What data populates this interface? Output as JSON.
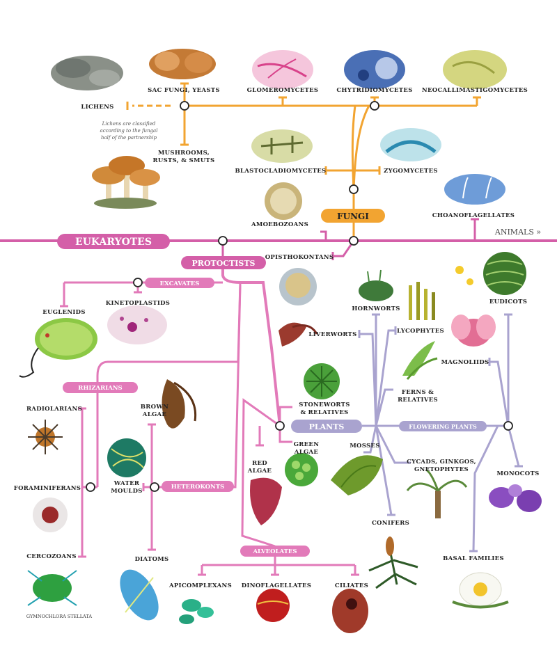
{
  "diagram": {
    "main_nodes": {
      "eukaryotes": "EUKARYOTES",
      "fungi": "FUNGI",
      "protoctists": "PROTOCTISTS",
      "plants": "PLANTS"
    },
    "sub_nodes": {
      "excavates": "EXCAVATES",
      "rhizarians": "RHIZARIANS",
      "heterokonts": "HETEROKONTS",
      "alveolates": "ALVEOLATES",
      "flowering_plants": "FLOWERING PLANTS"
    },
    "animals": "ANIMALS »",
    "fungi_labels": {
      "sac_fungi": "SAC FUNGI, YEASTS",
      "glomeromycetes": "GLOMEROMYCETES",
      "chytridiomycetes": "CHYTRIDIOMYCETES",
      "neocallimastigomycetes": "NEOCALLIMASTIGOMYCETES",
      "lichens": "LICHENS",
      "lichen_note_1": "Lichens are classified",
      "lichen_note_2": "according to the fungal",
      "lichen_note_3": "half of the partnership",
      "mushrooms_1": "MUSHROOMS,",
      "mushrooms_2": "RUSTS, & SMUTS",
      "blastocladiomycetes": "BLASTOCLADIOMYCETES",
      "zygomycetes": "ZYGOMYCETES",
      "amoebozoans": "AMOEBOZOANS",
      "choanoflagellates": "CHOANOFLAGELLATES",
      "opisthokontans": "OPISTHOKONTANS"
    },
    "protoctist_labels": {
      "euglenids": "EUGLENIDS",
      "kinetoplastids": "KINETOPLASTIDS",
      "radiolarians": "RADIOLARIANS",
      "foraminiferans": "FORAMINIFERANS",
      "cercozoans": "CERCOZOANS",
      "gymnochlora": "GYMNOCHLORA STELLATA",
      "brown_algae_1": "BROWN",
      "brown_algae_2": "ALGAE",
      "water_moulds_1": "WATER",
      "water_moulds_2": "MOULDS",
      "diatoms": "DIATOMS",
      "red_algae_1": "RED",
      "red_algae_2": "ALGAE",
      "apicomplexans": "APICOMPLEXANS",
      "dinoflagellates": "DINOFLAGELLATES",
      "ciliates": "CILIATES"
    },
    "plant_labels": {
      "hornworts": "HORNWORTS",
      "liverworts": "LIVERWORTS",
      "lycophytes": "LYCOPHYTES",
      "stoneworts_1": "STONEWORTS",
      "stoneworts_2": "& RELATIVES",
      "ferns_1": "FERNS &",
      "ferns_2": "RELATIVES",
      "green_algae_1": "GREEN",
      "green_algae_2": "ALGAE",
      "mosses": "MOSSES",
      "cycads_1": "CYCADS, GINKGOS,",
      "cycads_2": "GNETOPHYTES",
      "conifers": "CONIFERS",
      "eudicots": "EUDICOTS",
      "magnoliids": "MAGNOLIIDS",
      "monocots": "MONOCOTS",
      "basal_families": "BASAL FAMILIES"
    },
    "colors": {
      "eukaryote_pink": "#d45fa8",
      "protoctist_pink": "#e27ab9",
      "fungi_orange": "#f2a431",
      "plant_lavender": "#a9a3cf",
      "node_fill": "#ffffff",
      "node_stroke": "#222222"
    }
  }
}
